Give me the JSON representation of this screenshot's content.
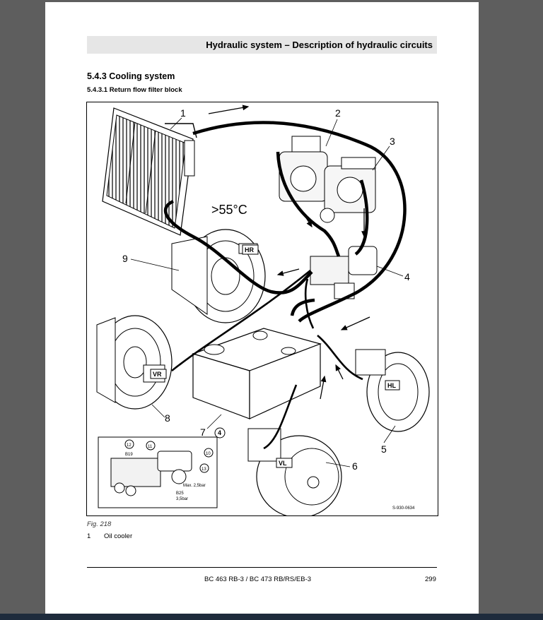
{
  "header": {
    "title": "Hydraulic system – Description of hydraulic circuits"
  },
  "section": {
    "number_title": "5.4.3  Cooling system",
    "sub_number_title": "5.4.3.1     Return flow filter block"
  },
  "figure": {
    "callouts": [
      "1",
      "2",
      "3",
      "4",
      "5",
      "6",
      "7",
      "8",
      "9"
    ],
    "temperature_label": ">55°C",
    "motor_tags": {
      "hr": "HR",
      "vr": "VR",
      "hl": "HL",
      "vl": "VL"
    },
    "inset": {
      "circled_numbers": [
        "4",
        "10",
        "11",
        "12",
        "13"
      ],
      "labels": {
        "b19": "B19",
        "max": "Max. 2,5bar",
        "b25": "B25",
        "bar35": "3,5bar"
      }
    },
    "drawing_id": "S-930-0634",
    "caption": "Fig.  218"
  },
  "legend": [
    {
      "number": "1",
      "text": "Oil cooler"
    }
  ],
  "footer": {
    "model": "BC 463 RB-3 / BC 473 RB/RS/EB-3",
    "page": "299"
  },
  "colors": {
    "page_background": "#ffffff",
    "viewer_background": "#5e5e5e",
    "header_band": "#e6e6e6"
  }
}
